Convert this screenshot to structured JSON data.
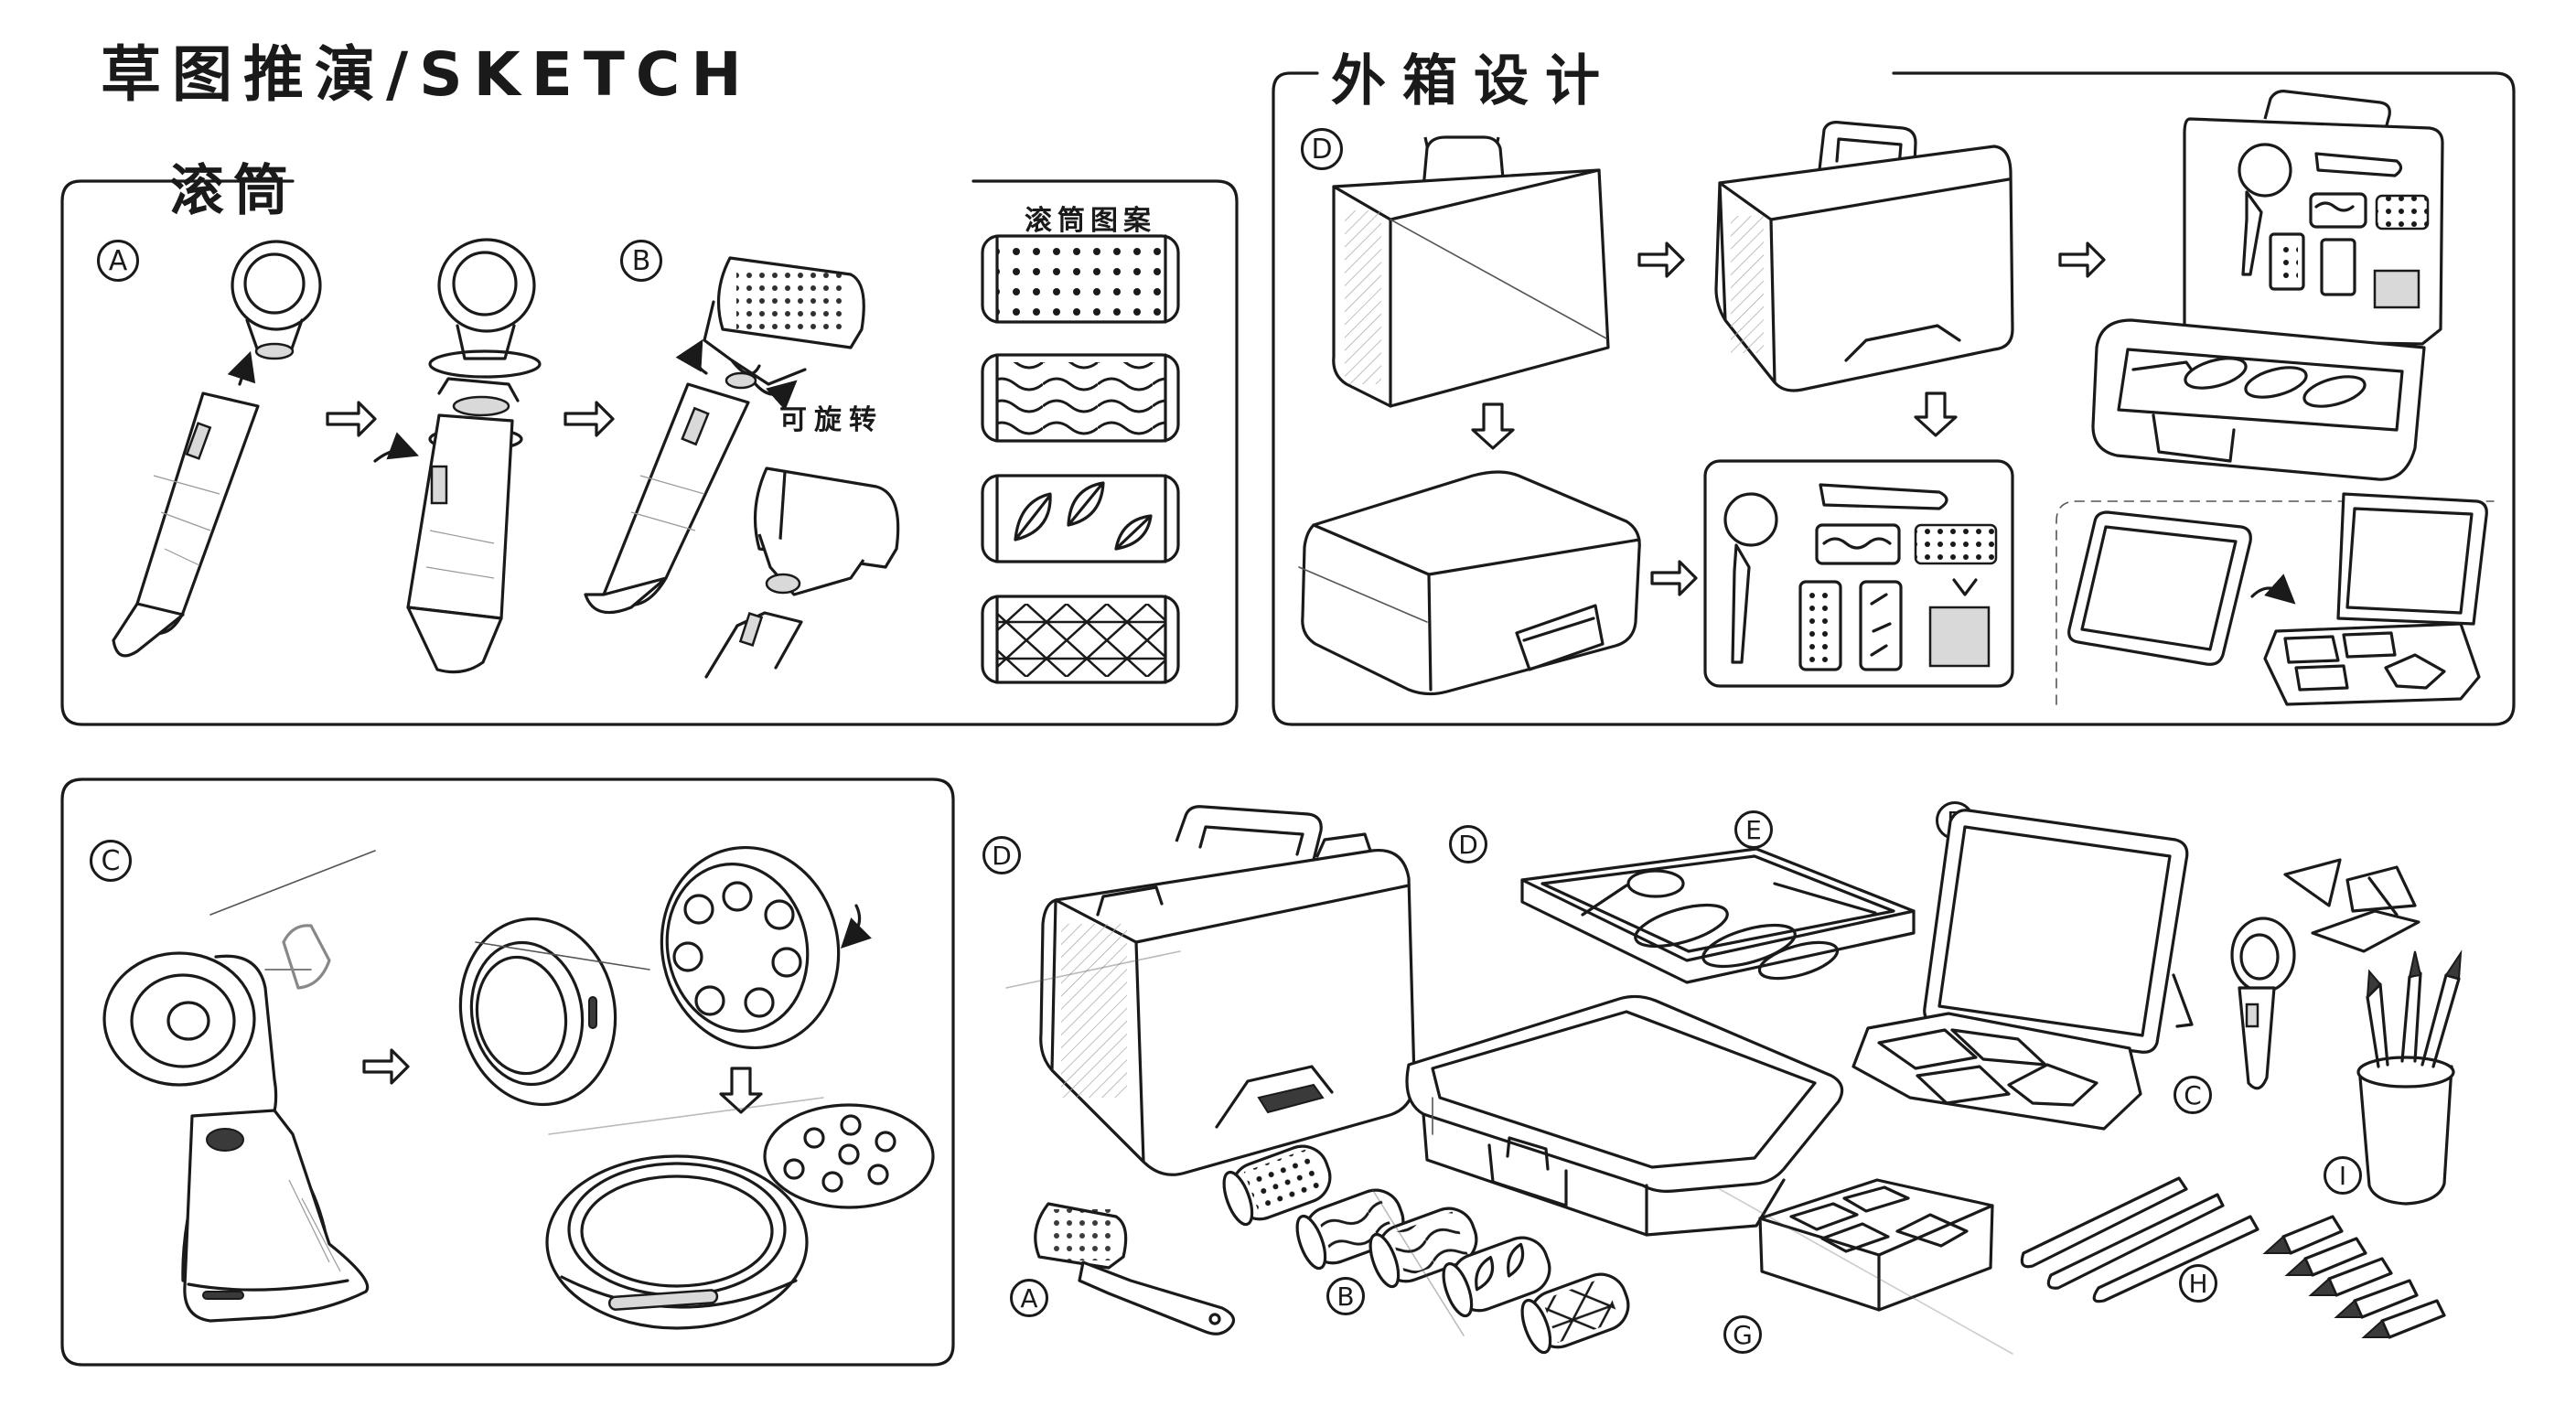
{
  "headers": {
    "main_title": "草图推演/SKETCH",
    "roller_title": "滚筒",
    "case_title": "外箱设计",
    "pattern_title": "滚筒图案",
    "rotate_note": "可旋转"
  },
  "labels": {
    "a": "A",
    "b": "B",
    "c": "C",
    "d": "D",
    "e": "E",
    "g": "G",
    "h": "H",
    "i": "I"
  }
}
